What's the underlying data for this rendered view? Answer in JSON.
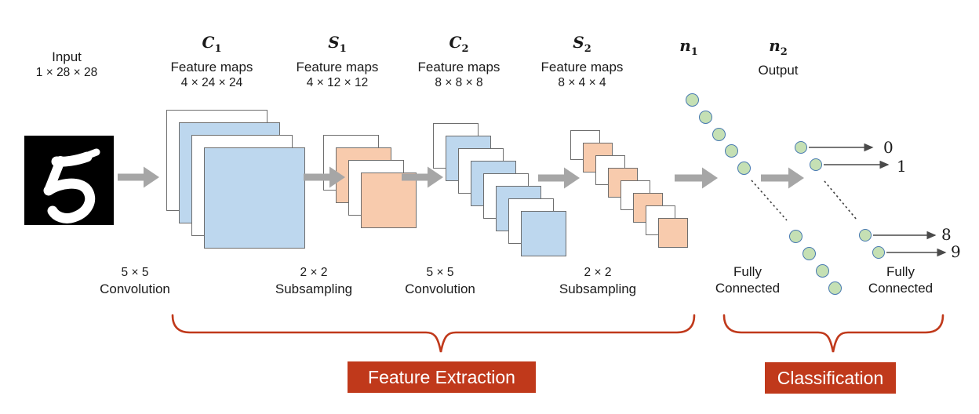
{
  "input": {
    "label": "Input",
    "dims": "1 × 28 × 28",
    "image": "handwritten digit 5 (MNIST)"
  },
  "layers": [
    {
      "symbol": "C",
      "sub": "1",
      "caption": "Feature maps",
      "dims": "4 × 24 × 24",
      "maps": 4,
      "color": "#BDD7EE"
    },
    {
      "symbol": "S",
      "sub": "1",
      "caption": "Feature maps",
      "dims": "4 × 12 × 12",
      "maps": 4,
      "color": "#F8CBAD"
    },
    {
      "symbol": "C",
      "sub": "2",
      "caption": "Feature maps",
      "dims": "8 × 8 × 8",
      "maps": 8,
      "color": "#BDD7EE"
    },
    {
      "symbol": "S",
      "sub": "2",
      "caption": "Feature maps",
      "dims": "8 × 4 × 4",
      "maps": 8,
      "color": "#F8CBAD"
    }
  ],
  "fc_layers": [
    {
      "symbol": "n",
      "sub": "1",
      "caption_line1": "Fully",
      "caption_line2": "Connected",
      "visible_neurons": 9
    },
    {
      "symbol": "n",
      "sub": "2",
      "subtitle": "Output",
      "caption_line1": "Fully",
      "caption_line2": "Connected",
      "visible_neurons": 4
    }
  ],
  "operations": [
    {
      "line1": "5 × 5",
      "line2": "Convolution"
    },
    {
      "line1": "2 × 2",
      "line2": "Subsampling"
    },
    {
      "line1": "5 × 5",
      "line2": "Convolution"
    },
    {
      "line1": "2 × 2",
      "line2": "Subsampling"
    }
  ],
  "outputs": [
    "0",
    "1",
    "8",
    "9"
  ],
  "sections": [
    {
      "label": "Feature Extraction"
    },
    {
      "label": "Classification"
    }
  ],
  "colors": {
    "accent_red": "#C0391B",
    "map_blue": "#BDD7EE",
    "map_orange": "#F8CBAD",
    "neuron_fill": "#C5E0B4",
    "neuron_border": "#4779B0",
    "arrow_gray": "#A6A6A6",
    "text": "#1A1A1A"
  }
}
